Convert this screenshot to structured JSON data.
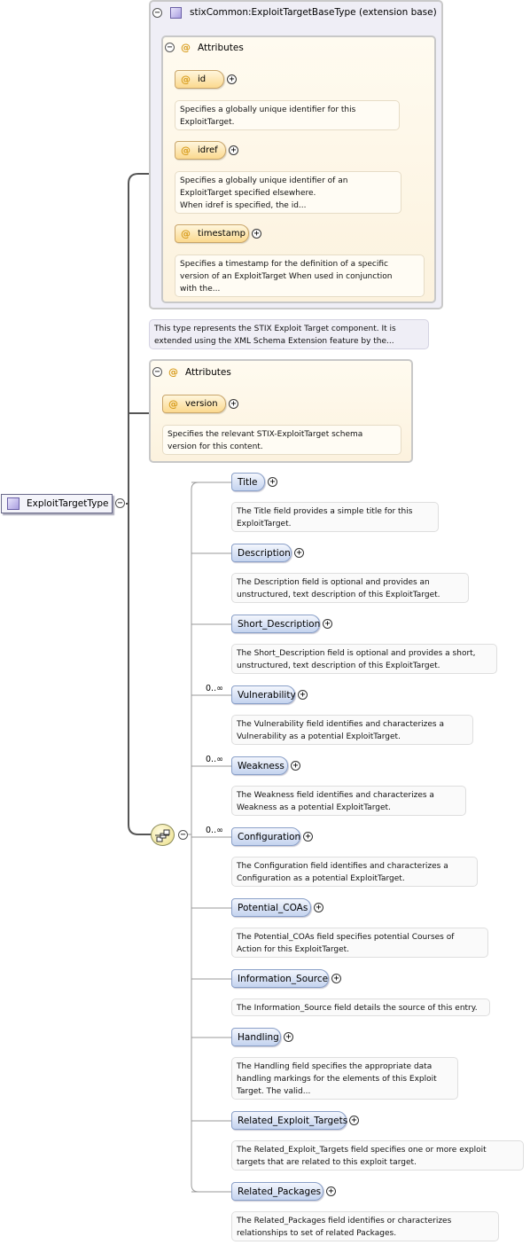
{
  "root": {
    "label": "ExploitTargetType"
  },
  "extension": {
    "title": "stixCommon:ExploitTargetBaseType (extension base)",
    "attributes_title": "Attributes",
    "attributes": [
      {
        "name": "id",
        "doc": "Specifies a globally unique identifier for this\nExploitTarget."
      },
      {
        "name": "idref",
        "doc": "Specifies a globally unique identifier of an\nExploitTarget specified elsewhere.\nWhen idref is specified, the id..."
      },
      {
        "name": "timestamp",
        "doc": "Specifies a timestamp for the definition of a specific\nversion of an ExploitTarget When used in conjunction\nwith the..."
      }
    ]
  },
  "type_doc": "This type represents the STIX Exploit Target component. It is\nextended using the XML Schema Extension feature by the...",
  "local_attributes": {
    "title": "Attributes",
    "attributes": [
      {
        "name": "version",
        "doc": "Specifies the relevant STIX-ExploitTarget schema\nversion for this content."
      }
    ]
  },
  "icons": {
    "at": "@",
    "plus": "+",
    "minus": "−"
  },
  "colors": {
    "extension_bg": "#efeef6",
    "attribute_bg": "#fcf2de",
    "element_pill": "#c4d3ef",
    "attribute_pill": "#fbd98f"
  },
  "elements": [
    {
      "name": "Title",
      "card": "",
      "doc": "The Title field provides a simple title for this\nExploitTarget."
    },
    {
      "name": "Description",
      "card": "",
      "doc": "The Description field is optional and provides an\nunstructured, text description of this ExploitTarget."
    },
    {
      "name": "Short_Description",
      "card": "",
      "doc": "The Short_Description field is optional and provides a short,\nunstructured, text description of this ExploitTarget."
    },
    {
      "name": "Vulnerability",
      "card": "0..∞",
      "doc": "The Vulnerability field identifies and characterizes a\nVulnerability as a potential ExploitTarget."
    },
    {
      "name": "Weakness",
      "card": "0..∞",
      "doc": "The Weakness field identifies and characterizes a\nWeakness as a potential ExploitTarget."
    },
    {
      "name": "Configuration",
      "card": "0..∞",
      "doc": "The Configuration field identifies and characterizes a\nConfiguration as a potential ExploitTarget."
    },
    {
      "name": "Potential_COAs",
      "card": "",
      "doc": "The Potential_COAs field specifies potential Courses of\nAction for this ExploitTarget."
    },
    {
      "name": "Information_Source",
      "card": "",
      "doc": "The Information_Source field details the source of this entry."
    },
    {
      "name": "Handling",
      "card": "",
      "doc": "The Handling field specifies the appropriate data\nhandling markings for the elements of this Exploit\nTarget. The valid..."
    },
    {
      "name": "Related_Exploit_Targets",
      "card": "",
      "doc": "The Related_Exploit_Targets field specifies one or more exploit\ntargets that are related to this exploit target."
    },
    {
      "name": "Related_Packages",
      "card": "",
      "doc": "The Related_Packages field identifies or characterizes\nrelationships to set of related Packages."
    }
  ]
}
